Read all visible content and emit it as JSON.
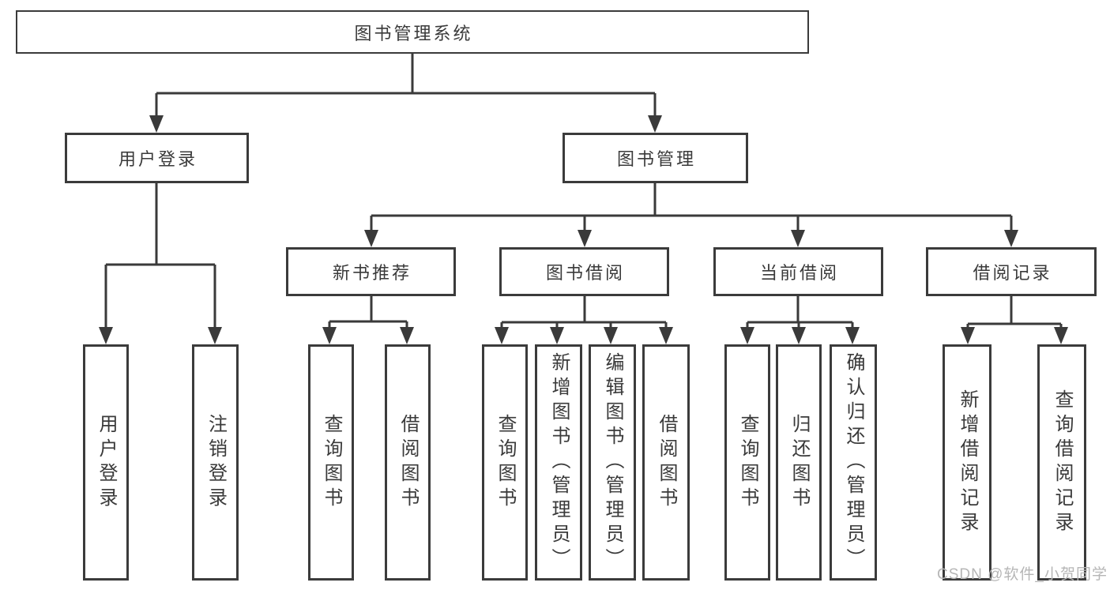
{
  "diagram": {
    "title": "图书管理系统",
    "watermark": "CSDN @软件_小贺同学",
    "colors": {
      "line": "#3a3a3a",
      "box_border": "#3b3b3b",
      "text": "#3a3a3a",
      "watermark": "#b6b6b6",
      "background": "#ffffff"
    },
    "tree": {
      "label": "图书管理系统",
      "children": [
        {
          "label": "用户登录",
          "children": [
            {
              "label": "用户登录"
            },
            {
              "label": "注销登录"
            }
          ]
        },
        {
          "label": "图书管理",
          "children": [
            {
              "label": "新书推荐",
              "children": [
                {
                  "label": "查询图书"
                },
                {
                  "label": "借阅图书"
                }
              ]
            },
            {
              "label": "图书借阅",
              "children": [
                {
                  "label": "查询图书"
                },
                {
                  "label": "新增图书（管理员）"
                },
                {
                  "label": "编辑图书（管理员）"
                },
                {
                  "label": "借阅图书"
                }
              ]
            },
            {
              "label": "当前借阅",
              "children": [
                {
                  "label": "查询图书"
                },
                {
                  "label": "归还图书"
                },
                {
                  "label": "确认归还（管理员）"
                }
              ]
            },
            {
              "label": "借阅记录",
              "children": [
                {
                  "label": "新增借阅记录"
                },
                {
                  "label": "查询借阅记录"
                }
              ]
            }
          ]
        }
      ]
    }
  }
}
